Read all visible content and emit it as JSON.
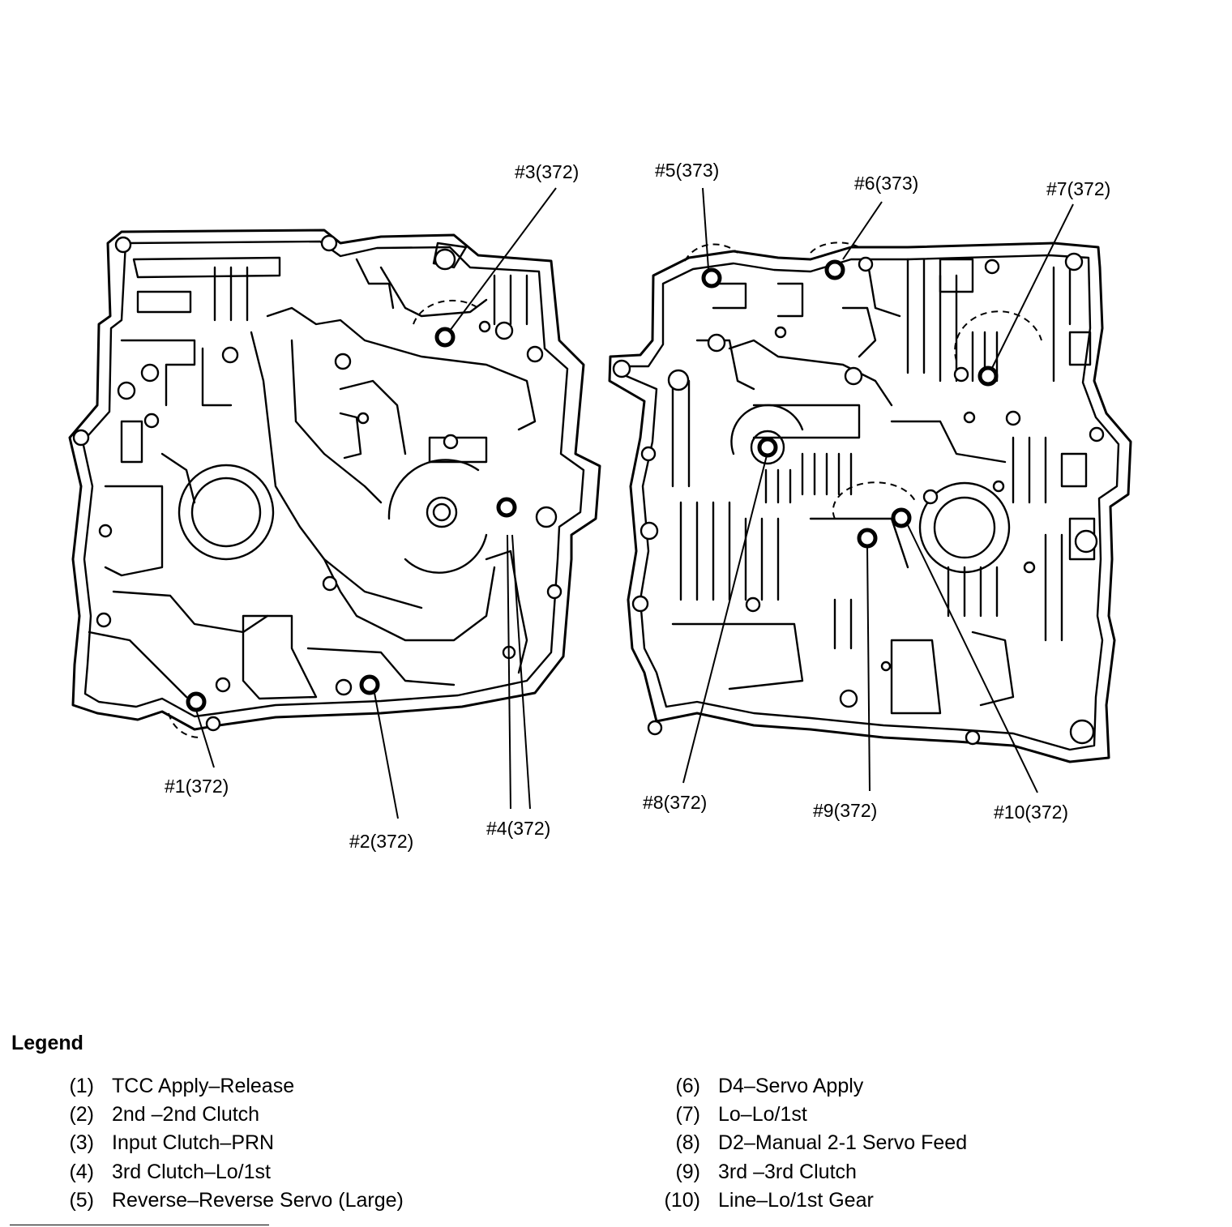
{
  "callouts": [
    {
      "id": "c1",
      "text": "#1(372)"
    },
    {
      "id": "c2",
      "text": "#2(372)"
    },
    {
      "id": "c3",
      "text": "#3(372)"
    },
    {
      "id": "c4",
      "text": "#4(372)"
    },
    {
      "id": "c5",
      "text": "#5(373)"
    },
    {
      "id": "c6",
      "text": "#6(373)"
    },
    {
      "id": "c7",
      "text": "#7(372)"
    },
    {
      "id": "c8",
      "text": "#8(372)"
    },
    {
      "id": "c9",
      "text": "#9(372)"
    },
    {
      "id": "c10",
      "text": "#10(372)"
    }
  ],
  "legend": {
    "title": "Legend",
    "items": [
      {
        "num": "(1)",
        "label": "TCC Apply–Release"
      },
      {
        "num": "(2)",
        "label": "2nd –2nd Clutch"
      },
      {
        "num": "(3)",
        "label": "Input Clutch–PRN"
      },
      {
        "num": "(4)",
        "label": "3rd Clutch–Lo/1st"
      },
      {
        "num": "(5)",
        "label": "Reverse–Reverse Servo (Large)"
      },
      {
        "num": "(6)",
        "label": "D4–Servo Apply"
      },
      {
        "num": "(7)",
        "label": "Lo–Lo/1st"
      },
      {
        "num": "(8)",
        "label": "D2–Manual 2-1 Servo Feed"
      },
      {
        "num": "(9)",
        "label": "3rd –3rd Clutch"
      },
      {
        "num": "(10)",
        "label": "Line–Lo/1st  Gear"
      }
    ]
  }
}
